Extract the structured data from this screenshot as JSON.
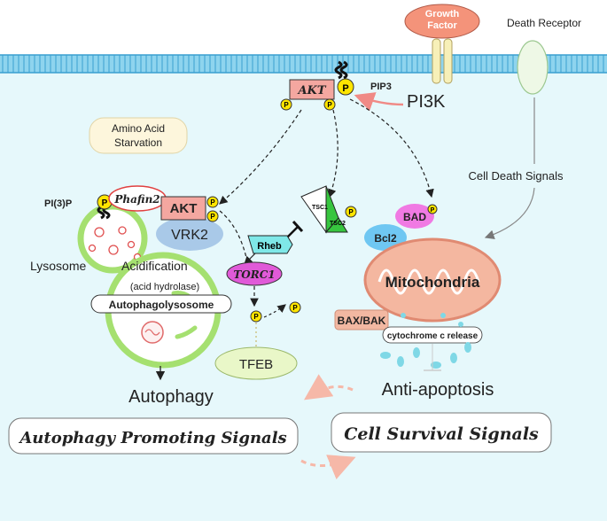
{
  "labels": {
    "growth_factor_line1": "Growth",
    "growth_factor_line2": "Factor",
    "death_receptor": "Death Receptor",
    "pip3": "PIP3",
    "pi3k": "PI3K",
    "akt_membrane": "AKT",
    "p": "P",
    "amino_acid_line1": "Amino Acid",
    "amino_acid_line2": "Starvation",
    "cell_death_signals": "Cell Death Signals",
    "pi3p": "PI(3)P",
    "phafin2": "Phafin2",
    "akt_lysosome": "AKT",
    "vrk2": "VRK2",
    "tsc1": "TSC1",
    "tsc2": "TSC2",
    "rheb": "Rheb",
    "torc1": "TORC1",
    "bad": "BAD",
    "bcl2": "Bcl2",
    "mitochondria": "Mitochondria",
    "bax_bak": "BAX/BAK",
    "cytochrome": "cytochrome c release",
    "lysosome": "Lysosome",
    "acidification": "Acidification",
    "acid_hydrolase": "(acid hydrolase)",
    "autophagolysosome": "Autophagolysosome",
    "tfeb": "TFEB",
    "autophagy": "Autophagy",
    "anti_apoptosis": "Anti-apoptosis",
    "autophagy_promoting": "Autophagy Promoting Signals",
    "cell_survival": "Cell Survival Signals"
  },
  "colors": {
    "cell_bg": "#e6f8fb",
    "membrane": "#8ed4ee",
    "akt": "#f4a7a0",
    "phospho": "#ffe500",
    "growth_factor": "#f4937a",
    "pi3k": "#f7f0b8",
    "vrk2": "#a9c9e8",
    "torc1": "#e05ad8",
    "bad": "#f07ae3",
    "bcl2": "#6fc7f2",
    "mitochondria": "#f4b7a0",
    "bax_bak": "#f2b8a2",
    "lysosome_green": "#a5e070",
    "tfeb": "#e9f7c8",
    "rheb": "#7fe8e8",
    "tsc": "#37c53f",
    "release_dots": "#7fd8e6"
  }
}
